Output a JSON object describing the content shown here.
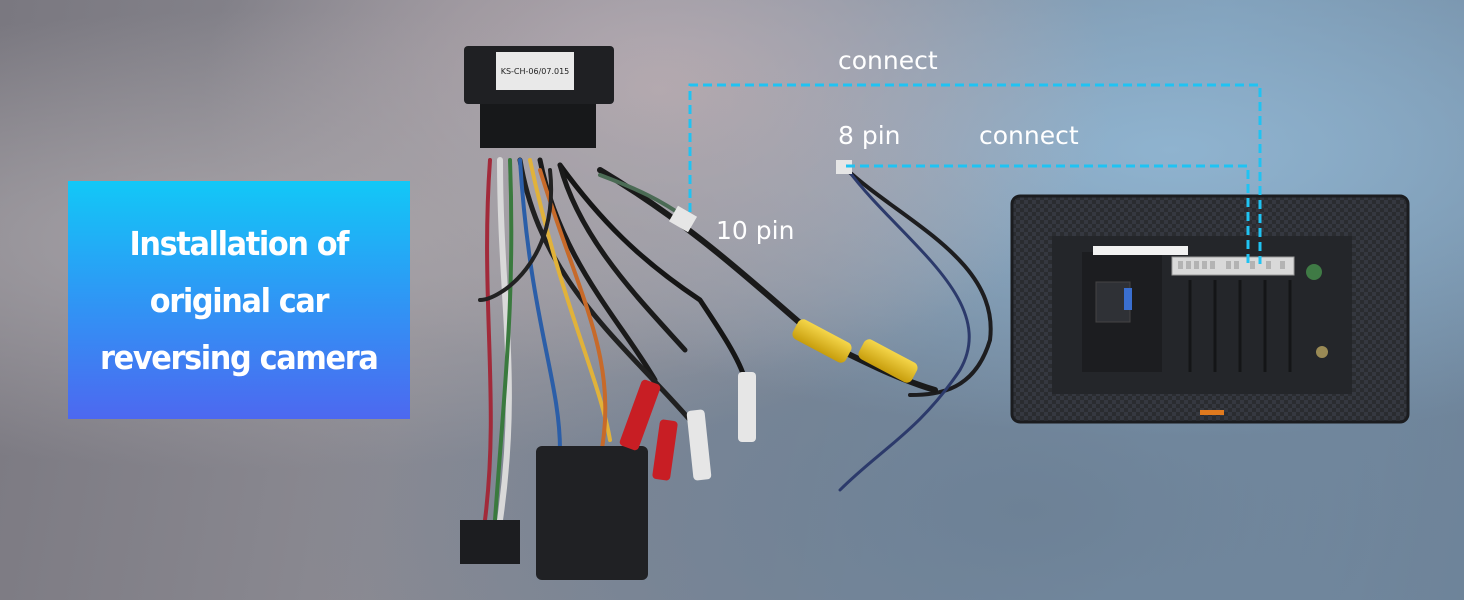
{
  "banner": {
    "title_lines": [
      "Installation of",
      "original car",
      "reversing camera"
    ]
  },
  "labels": {
    "connect_top": "connect",
    "pin_8": "8 pin",
    "connect_mid": "connect",
    "pin_10": "10 pin"
  },
  "product": {
    "adapter_label": "KS-CH-06/07.015"
  },
  "colors": {
    "banner_top": "#12c8f7",
    "banner_bottom": "#4d68f0",
    "dashed_line": "#1fc3f3",
    "rca_yellow": "#e8c21a",
    "rca_red": "#c81e24",
    "rca_white": "#e6e6e6"
  }
}
